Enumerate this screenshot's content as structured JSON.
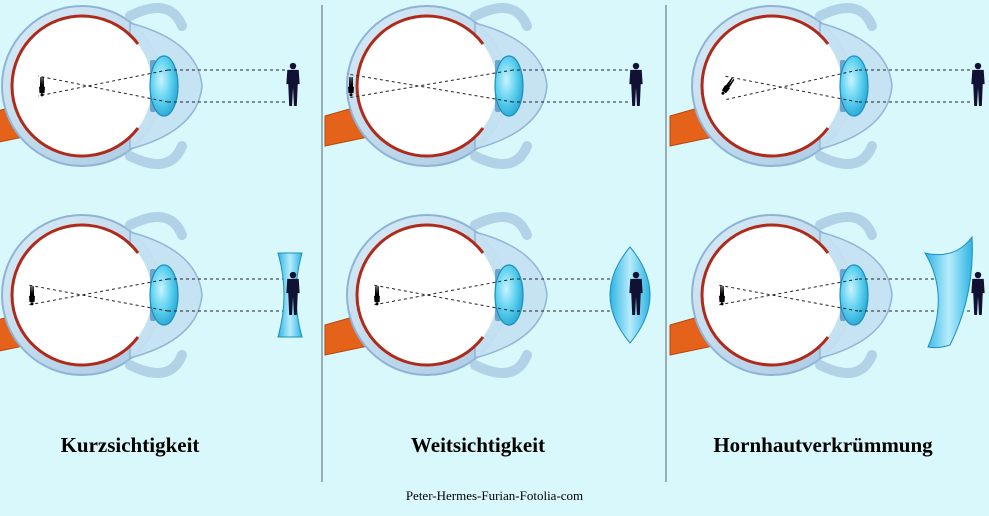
{
  "panels": [
    {
      "id": "myopia",
      "title": "Kurzsichtigkeit",
      "defect": "myopia"
    },
    {
      "id": "hyperopia",
      "title": "Weitsichtigkeit",
      "defect": "hyperopia"
    },
    {
      "id": "astigmatism",
      "title": "Hornhautverkrümmung",
      "defect": "astigmatism"
    }
  ],
  "credit": "Peter-Hermes-Furian-Fotolia-com",
  "colors": {
    "background": "#d9f8fb",
    "sclera": "#bcd8ea",
    "eye_outline": "#8fb3d6",
    "retina": "#b02a1c",
    "optic_nerve": "#e4621a",
    "lens": "#49c6ea",
    "corrective_lens": "#56c8ec",
    "divider": "#6f7d8c",
    "figure": "#111133"
  }
}
